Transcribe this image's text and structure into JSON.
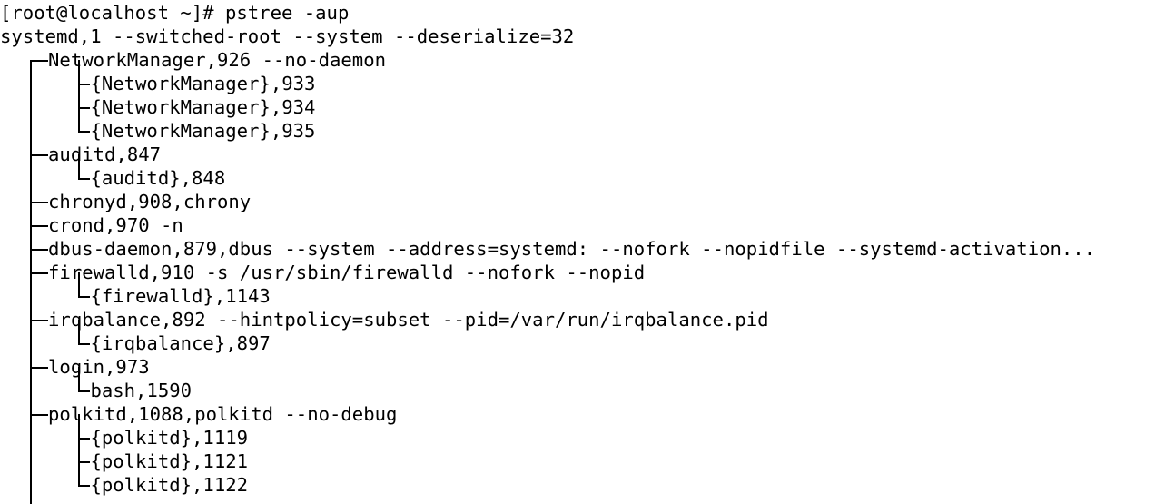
{
  "terminal": {
    "command_line": "[root@localhost ~]# pstree -aup",
    "prompt": "[root@localhost ~]#",
    "command": "pstree -aup",
    "user": "root",
    "host": "localhost",
    "cwd": "~",
    "colors": {
      "background": "#ffffff",
      "foreground": "#000000"
    },
    "metrics": {
      "char_width": 13.26,
      "line_height": 26,
      "font_size": 20.6
    }
  },
  "lines": [
    {
      "text": "[root@localhost ~]# pstree -aup",
      "indent": 0,
      "type": "prompt"
    },
    {
      "text": "systemd,1 --switched-root --system --deserialize=32",
      "indent": 0,
      "type": "root"
    },
    {
      "text": "NetworkManager,926 --no-daemon",
      "indent": 4,
      "type": "child"
    },
    {
      "text": "{NetworkManager},933",
      "indent": 7.5,
      "type": "thread"
    },
    {
      "text": "{NetworkManager},934",
      "indent": 7.5,
      "type": "thread"
    },
    {
      "text": "{NetworkManager},935",
      "indent": 7.5,
      "type": "thread"
    },
    {
      "text": "auditd,847",
      "indent": 4,
      "type": "child"
    },
    {
      "text": "{auditd},848",
      "indent": 7.5,
      "type": "thread"
    },
    {
      "text": "chronyd,908,chrony",
      "indent": 4,
      "type": "child"
    },
    {
      "text": "crond,970 -n",
      "indent": 4,
      "type": "child"
    },
    {
      "text": "dbus-daemon,879,dbus --system --address=systemd: --nofork --nopidfile --systemd-activation...",
      "indent": 4,
      "type": "child"
    },
    {
      "text": "firewalld,910 -s /usr/sbin/firewalld --nofork --nopid",
      "indent": 4,
      "type": "child"
    },
    {
      "text": "{firewalld},1143",
      "indent": 7.5,
      "type": "thread"
    },
    {
      "text": "irqbalance,892 --hintpolicy=subset --pid=/var/run/irqbalance.pid",
      "indent": 4,
      "type": "child"
    },
    {
      "text": "{irqbalance},897",
      "indent": 7.5,
      "type": "thread"
    },
    {
      "text": "login,973",
      "indent": 4,
      "type": "child"
    },
    {
      "text": "bash,1590",
      "indent": 7.5,
      "type": "thread"
    },
    {
      "text": "polkitd,1088,polkitd --no-debug",
      "indent": 4,
      "type": "child"
    },
    {
      "text": "{polkitd},1119",
      "indent": 7.5,
      "type": "thread"
    },
    {
      "text": "{polkitd},1121",
      "indent": 7.5,
      "type": "thread"
    },
    {
      "text": "{polkitd},1122",
      "indent": 7.5,
      "type": "thread"
    }
  ],
  "processes": [
    {
      "name": "systemd",
      "pid": "1",
      "args": "--switched-root --system --deserialize=32"
    },
    {
      "name": "NetworkManager",
      "pid": "926",
      "args": "--no-daemon"
    },
    {
      "name": "{NetworkManager}",
      "pid": "933",
      "args": ""
    },
    {
      "name": "{NetworkManager}",
      "pid": "934",
      "args": ""
    },
    {
      "name": "{NetworkManager}",
      "pid": "935",
      "args": ""
    },
    {
      "name": "auditd",
      "pid": "847",
      "args": ""
    },
    {
      "name": "{auditd}",
      "pid": "848",
      "args": ""
    },
    {
      "name": "chronyd",
      "pid": "908",
      "user": "chrony",
      "args": ""
    },
    {
      "name": "crond",
      "pid": "970",
      "args": "-n"
    },
    {
      "name": "dbus-daemon",
      "pid": "879",
      "user": "dbus",
      "args": "--system --address=systemd: --nofork --nopidfile --systemd-activation..."
    },
    {
      "name": "firewalld",
      "pid": "910",
      "args": "-s /usr/sbin/firewalld --nofork --nopid"
    },
    {
      "name": "{firewalld}",
      "pid": "1143",
      "args": ""
    },
    {
      "name": "irqbalance",
      "pid": "892",
      "args": "--hintpolicy=subset --pid=/var/run/irqbalance.pid"
    },
    {
      "name": "{irqbalance}",
      "pid": "897",
      "args": ""
    },
    {
      "name": "login",
      "pid": "973",
      "args": ""
    },
    {
      "name": "bash",
      "pid": "1590",
      "args": ""
    },
    {
      "name": "polkitd",
      "pid": "1088",
      "user": "polkitd",
      "args": "--no-debug"
    },
    {
      "name": "{polkitd}",
      "pid": "1119",
      "args": ""
    },
    {
      "name": "{polkitd}",
      "pid": "1121",
      "args": ""
    },
    {
      "name": "{polkitd}",
      "pid": "1122",
      "args": ""
    }
  ]
}
